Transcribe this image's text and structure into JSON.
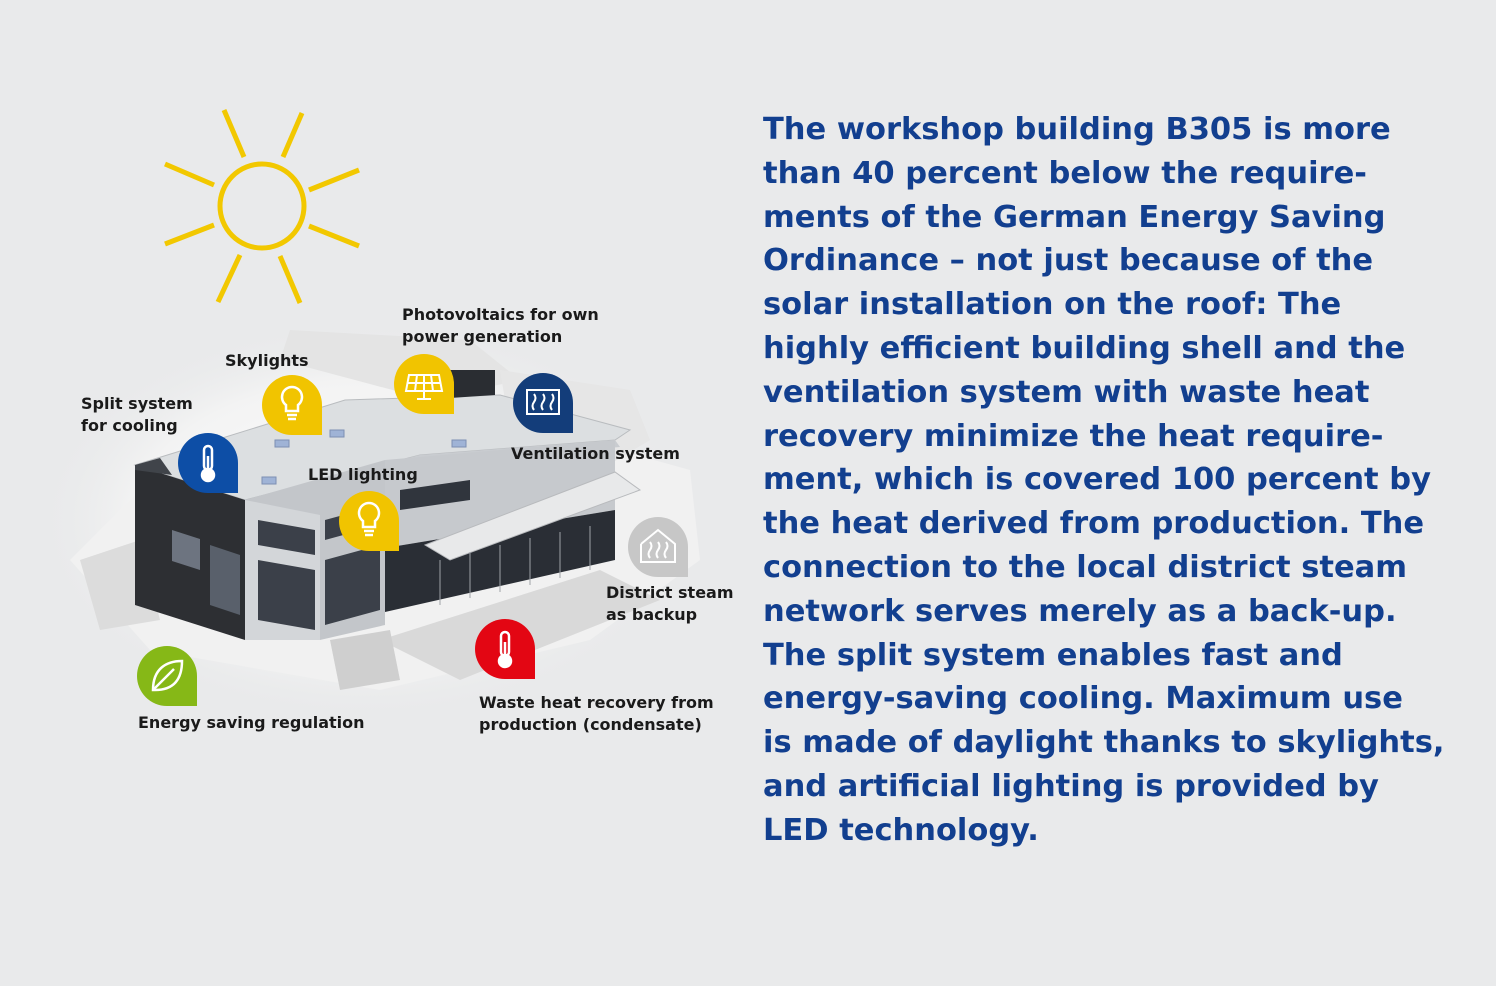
{
  "colors": {
    "background": "#e9eaeb",
    "text_blue": "#123f8f",
    "sun": "#f2c800",
    "pin_yellow": "#f1c400",
    "pin_blue": "#0d4ea6",
    "pin_navy": "#133d7a",
    "pin_gray": "#c7c7c7",
    "pin_red": "#e30613",
    "pin_green": "#86b817"
  },
  "labels": {
    "photovoltaics": [
      "Photovoltaics for own",
      "power generation"
    ],
    "skylights": [
      "Skylights"
    ],
    "split_system": [
      "Split system",
      "for cooling"
    ],
    "led_lighting": [
      "LED lighting"
    ],
    "ventilation": [
      "Ventilation system"
    ],
    "district_steam": [
      "District steam",
      "as backup"
    ],
    "waste_heat": [
      "Waste heat recovery from",
      "production (condensate)"
    ],
    "energy_saving": [
      "Energy saving regulation"
    ]
  },
  "icons": {
    "photovoltaics": "solar-panel-icon",
    "skylights": "lightbulb-icon",
    "split_system": "thermometer-icon",
    "led_lighting": "lightbulb-icon",
    "ventilation": "ventilation-icon",
    "district_steam": "steam-house-icon",
    "waste_heat": "thermometer-icon",
    "energy_saving": "leaf-icon"
  },
  "description_lines": [
    "The workshop building B305 is more",
    "than 40 percent below the require-",
    "ments of the German Energy Saving",
    "Ordinance – not just because of the",
    "solar installation on the roof: The",
    "highly efficient building shell and the",
    "ventilation system with waste heat",
    "recovery minimize the heat require-",
    "ment, which is covered 100 percent by",
    "the heat derived from production. The",
    "connection to the local district steam",
    "network serves merely as a back-up.",
    "The split system enables fast and",
    "energy-saving cooling. Maximum use",
    "is made of daylight thanks to skylights,",
    "and artificial lighting is provided by",
    "LED technology."
  ]
}
